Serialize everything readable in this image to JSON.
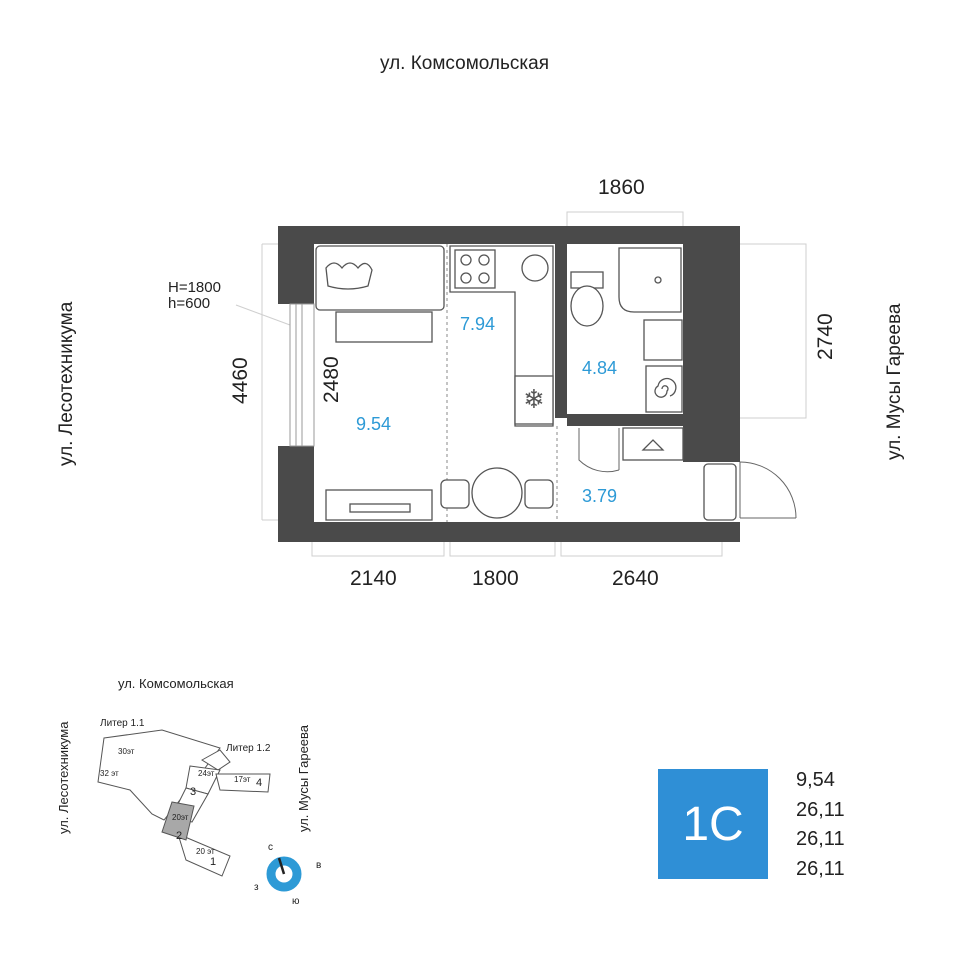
{
  "streets": {
    "top": "ул. Комсомольская",
    "left": "ул. Лесотехникума",
    "right": "ул. Мусы Гареева"
  },
  "window_note": {
    "line1": "H=1800",
    "line2": "h=600"
  },
  "dimensions": {
    "top": "1860",
    "left_outer": "4460",
    "left_inner": "2480",
    "right": "2740",
    "bottom_1": "2140",
    "bottom_2": "1800",
    "bottom_3": "2640"
  },
  "rooms": {
    "living": "9.54",
    "kitchen": "7.94",
    "bathroom": "4.84",
    "hall": "3.79"
  },
  "site_plan": {
    "street_top": "ул. Комсомольская",
    "street_left": "ул. Лесотехникума",
    "street_right": "ул. Мусы Гареева",
    "liter_1": "Литер 1.1",
    "liter_2": "Литер 1.2",
    "floors_30": "30эт",
    "floors_32": "32 эт",
    "floors_24": "24эт",
    "floors_17": "17эт",
    "floors_20a": "20эт",
    "floors_20b": "20 эт",
    "num_1": "1",
    "num_2": "2",
    "num_3": "3",
    "num_4": "4",
    "compass_n": "с",
    "compass_e": "в",
    "compass_s": "ю",
    "compass_w": "з",
    "highlight_color": "#a8a8a8",
    "compass_color": "#2d9ad6"
  },
  "badge": {
    "label": "1С",
    "color": "#2f8fd6"
  },
  "areas": [
    "9,54",
    "26,11",
    "26,11",
    "26,11"
  ]
}
